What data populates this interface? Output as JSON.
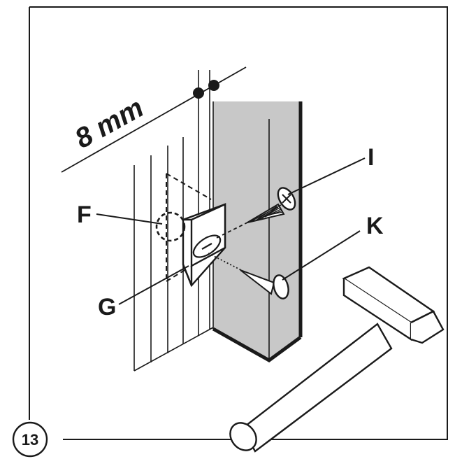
{
  "figure": {
    "step_number": "13",
    "dimension_label": "8 mm",
    "callouts": {
      "F": "F",
      "G": "G",
      "I": "I",
      "K": "K"
    }
  },
  "colors": {
    "ink": "#1a1a1a",
    "post_fill": "#c8c8c8",
    "background": "#ffffff"
  }
}
